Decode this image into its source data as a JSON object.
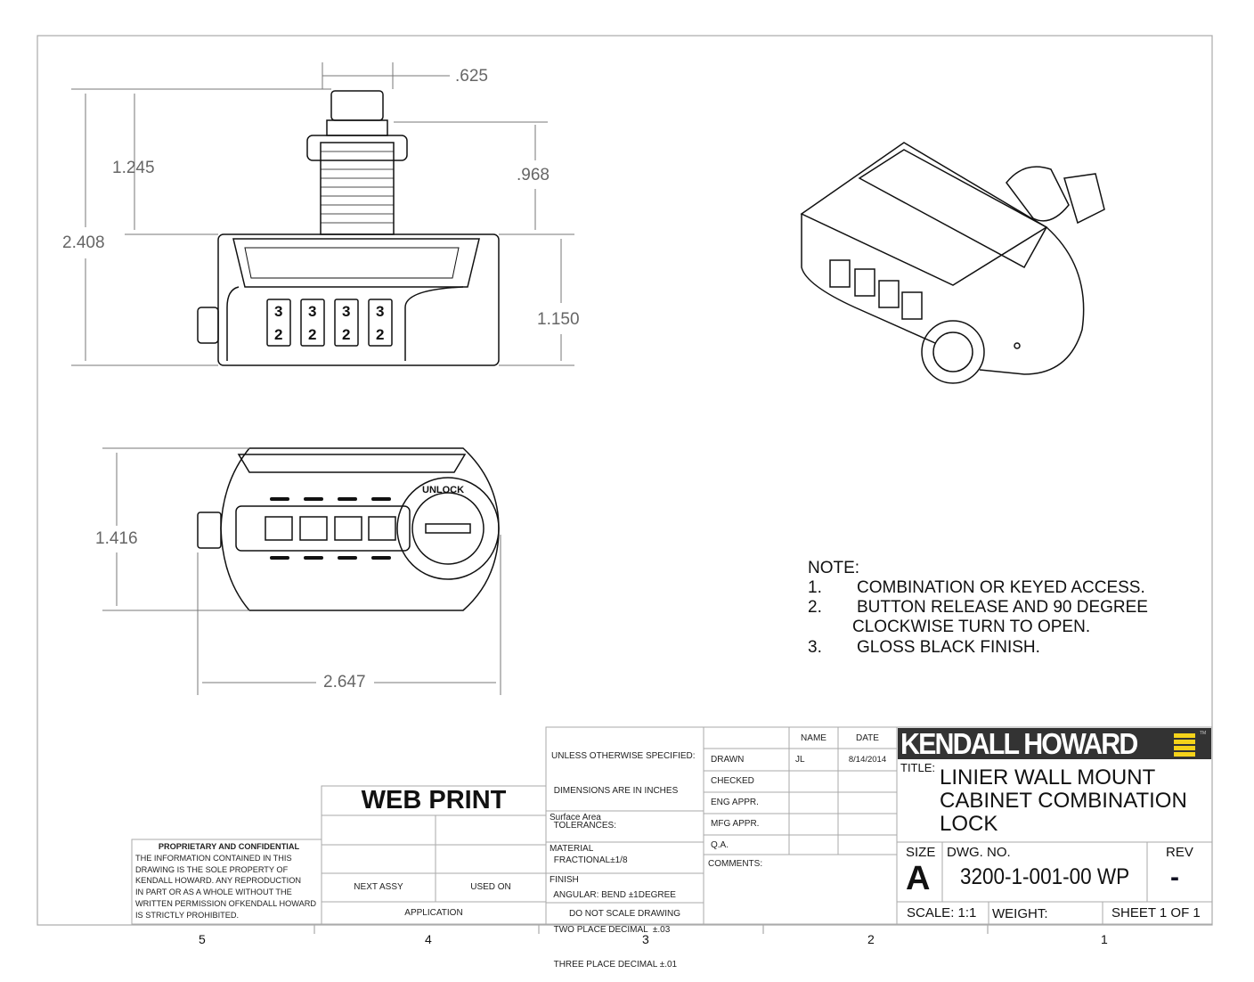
{
  "dimensions": {
    "stud_width": ".625",
    "stud_height": "1.245",
    "thread_length": ".968",
    "overall_height": "2.408",
    "body_height": "1.150",
    "depth": "1.416",
    "width": "2.647"
  },
  "dial_digits": [
    "3",
    "3",
    "3",
    "3"
  ],
  "dial_digits_lower": [
    "2",
    "2",
    "2",
    "2"
  ],
  "unlock_label": "UNLOCK",
  "notes": {
    "heading": "NOTE:",
    "items": [
      {
        "num": "1.",
        "text": "COMBINATION OR KEYED ACCESS."
      },
      {
        "num": "2.",
        "text": "BUTTON RELEASE AND 90 DEGREE",
        "cont": "CLOCKWISE TURN TO OPEN."
      },
      {
        "num": "3.",
        "text": "GLOSS BLACK FINISH."
      }
    ]
  },
  "zones": [
    "5",
    "4",
    "3",
    "2",
    "1"
  ],
  "title_block": {
    "web_print": "WEB PRINT",
    "next_assy": "NEXT ASSY",
    "used_on": "USED ON",
    "application": "APPLICATION",
    "proprietary": {
      "heading": "PROPRIETARY AND CONFIDENTIAL",
      "lines": [
        "THE INFORMATION CONTAINED IN THIS",
        "DRAWING IS THE SOLE PROPERTY OF",
        "KENDALL HOWARD.  ANY REPRODUCTION",
        "IN PART OR AS A WHOLE WITHOUT THE",
        "WRITTEN PERMISSION OFKENDALL HOWARD",
        "IS STRICTLY PROHIBITED."
      ]
    },
    "tolerances": [
      "UNLESS OTHERWISE SPECIFIED:",
      " DIMENSIONS ARE IN INCHES",
      " TOLERANCES:",
      " FRACTIONAL±1/8",
      " ANGULAR: BEND ±1DEGREE",
      " TWO PLACE DECIMAL  ±.03",
      " THREE PLACE DECIMAL ±.01"
    ],
    "surface_area": "Surface Area",
    "material": "MATERIAL",
    "finish": "FINISH",
    "do_not_scale": "DO NOT SCALE DRAWING",
    "name_header": "NAME",
    "date_header": "DATE",
    "rows": [
      {
        "label": "DRAWN",
        "name": "JL",
        "date": "8/14/2014"
      },
      {
        "label": "CHECKED",
        "name": "",
        "date": ""
      },
      {
        "label": "ENG APPR.",
        "name": "",
        "date": ""
      },
      {
        "label": "MFG APPR.",
        "name": "",
        "date": ""
      },
      {
        "label": "Q.A.",
        "name": "",
        "date": ""
      }
    ],
    "comments": "COMMENTS:",
    "company": "KENDALL HOWARD",
    "trademark": "TM",
    "title_label": "TITLE:",
    "title_lines": [
      "LINIER WALL MOUNT",
      "CABINET COMBINATION",
      "LOCK"
    ],
    "size_label": "SIZE",
    "size": "A",
    "dwg_no_label": "DWG.  NO.",
    "dwg_no": "3200-1-001-00 WP",
    "rev_label": "REV",
    "rev": "-",
    "scale": "SCALE: 1:1",
    "weight": "WEIGHT:",
    "sheet": "SHEET 1 OF 1"
  },
  "colors": {
    "logo_bg": "#333333",
    "logo_accent": "#f5d31a",
    "line": "#999999"
  }
}
